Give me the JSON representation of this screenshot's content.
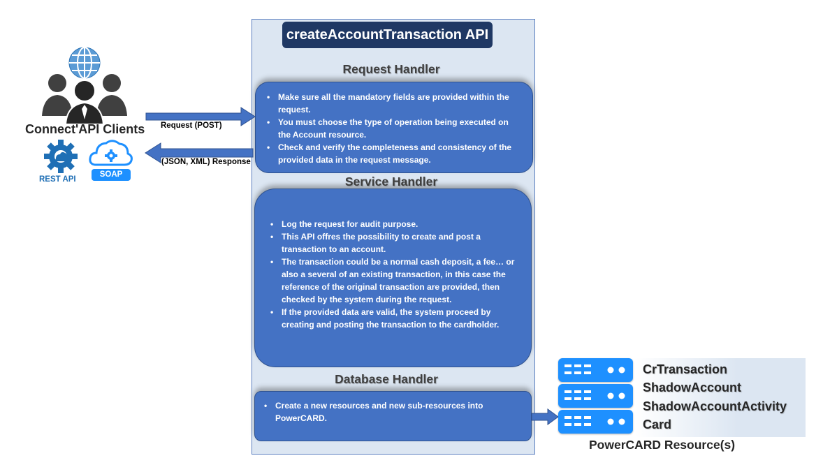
{
  "api_title": "createAccountTransaction API",
  "request_handler": {
    "title": "Request Handler",
    "bullets": [
      "Make sure all the mandatory fields are provided within the request.",
      "You must choose the type of operation being executed on the Account resource.",
      "Check and verify the completeness and consistency of the provided data in the request message."
    ]
  },
  "service_handler": {
    "title": "Service Handler",
    "bullets": [
      "Log the request for audit purpose.",
      "This API offres the possibility to create and post a transaction to an account.",
      "The transaction could be a normal cash deposit, a fee… or also a several of an existing transaction, in this case the reference of the original transaction are provided, then checked by the system during the request.",
      "If the provided data are valid, the system proceed by creating and posting the transaction to the cardholder."
    ]
  },
  "database_handler": {
    "title": "Database Handler",
    "bullets": [
      "Create a new resources and new sub-resources into PowerCARD."
    ]
  },
  "clients": {
    "label": "Connect'API Clients",
    "rest_label": "REST API",
    "soap_label": "SOAP"
  },
  "arrows": {
    "request": "Request (POST)",
    "response": "(JSON, XML) Response"
  },
  "resources": {
    "items": [
      "CrTransaction",
      "ShadowAccount",
      "ShadowAccountActivity",
      "Card"
    ],
    "caption": "PowerCARD Resource(s)"
  },
  "colors": {
    "box_fill": "#4472c4",
    "panel_fill": "#dce6f2",
    "title_fill": "#1f3864",
    "arrow": "#4472c4",
    "server": "#1e90ff"
  }
}
